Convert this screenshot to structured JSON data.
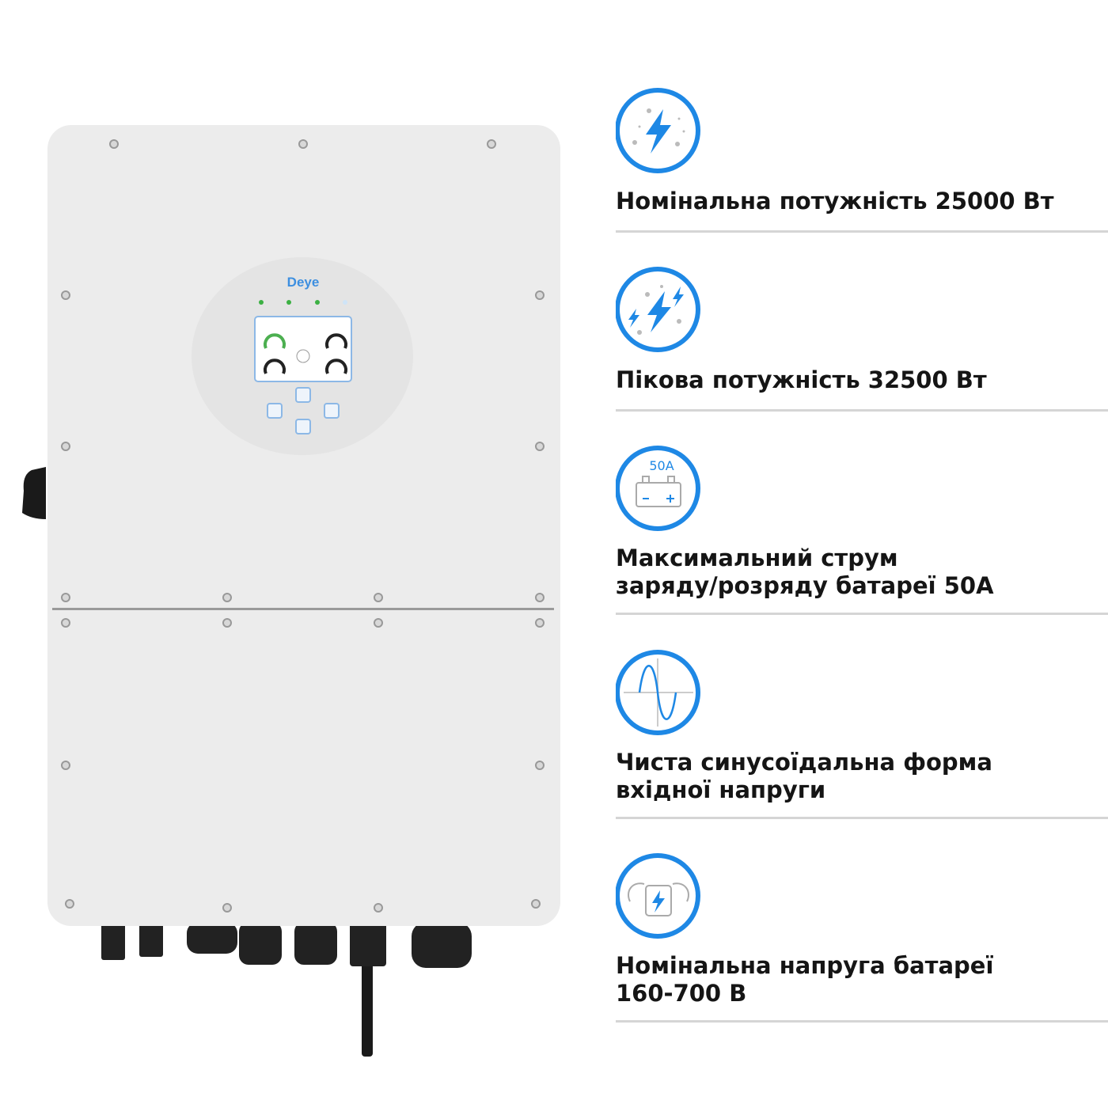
{
  "product": {
    "brand_logo": "Deye",
    "accent_color": "#1e88e5",
    "body_color": "#ececec"
  },
  "features": [
    {
      "icon": "lightning-icon",
      "text": "Номінальна потужність 25000 Вт"
    },
    {
      "icon": "multi-lightning-icon",
      "text": "Пікова потужність 32500 Вт"
    },
    {
      "icon": "battery-50a-icon",
      "icon_label": "50A",
      "text": "Максимальний струм\nзаряду/розряду батареї 50А"
    },
    {
      "icon": "sine-wave-icon",
      "text": "Чиста синусоїдальна форма\nвхідної напруги"
    },
    {
      "icon": "battery-strength-icon",
      "text": "Номінальна напруга батареї\n160-700 В"
    }
  ]
}
